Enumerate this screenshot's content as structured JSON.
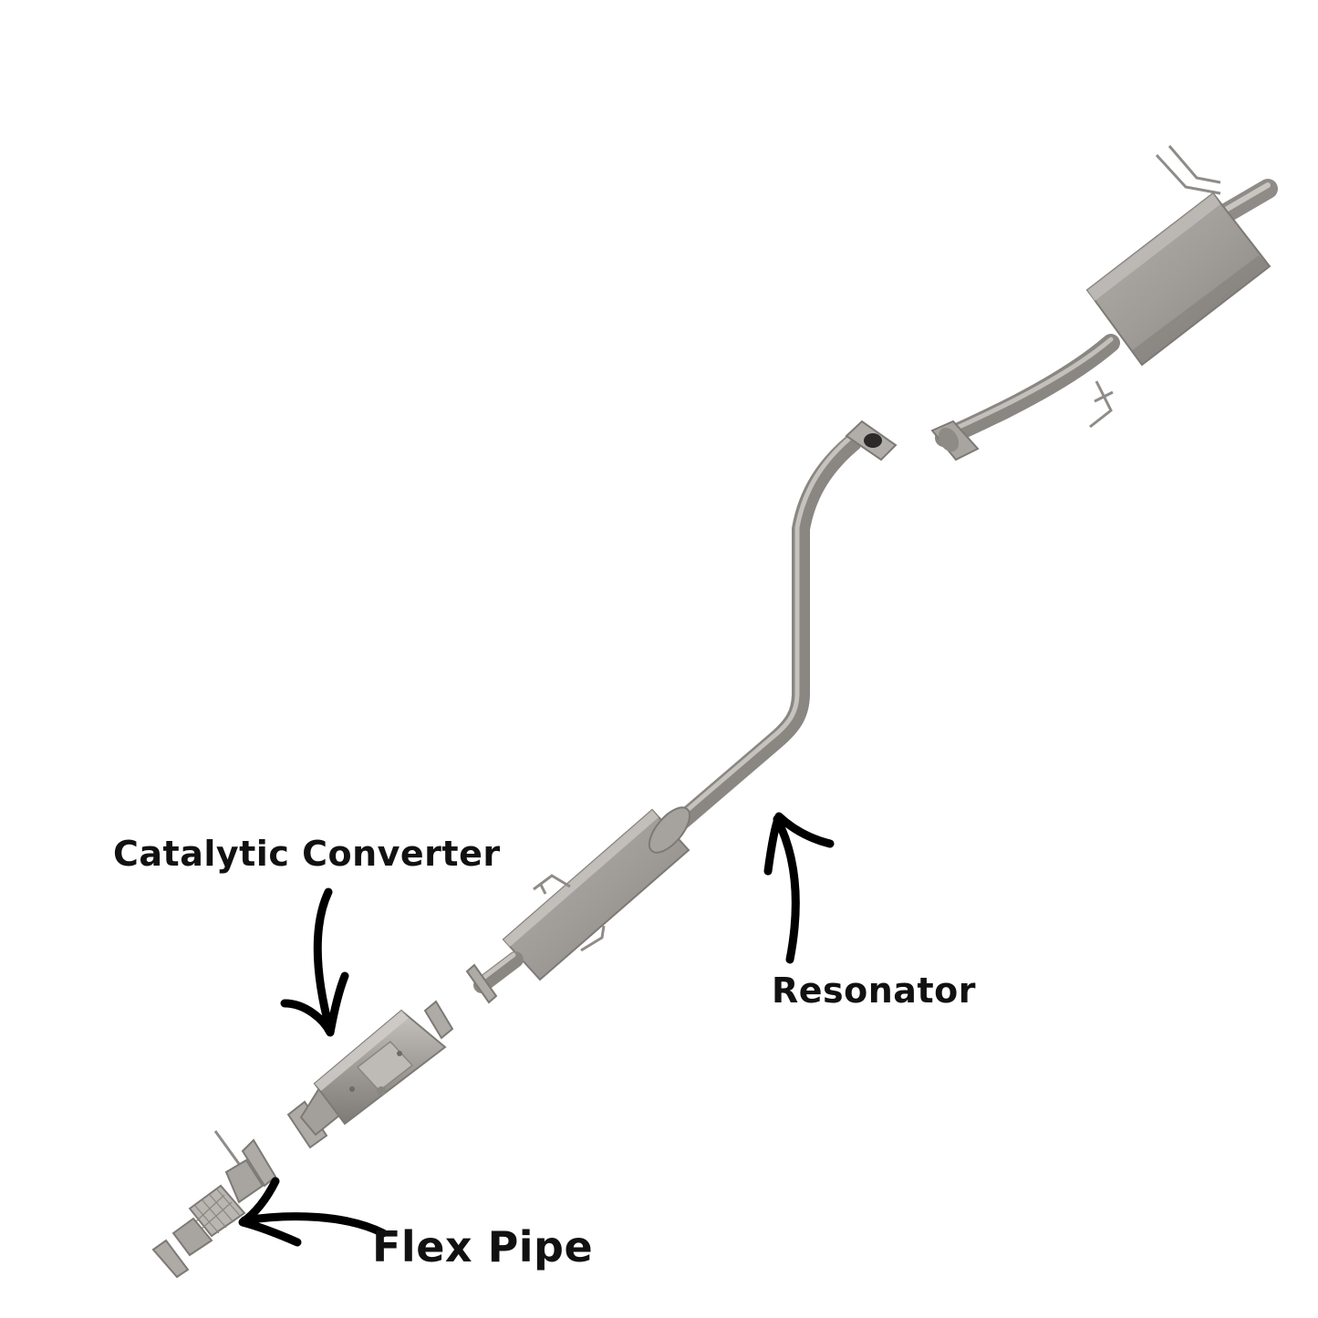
{
  "diagram": {
    "labels": {
      "catalytic_converter": "Catalytic Converter",
      "resonator": "Resonator",
      "flex_pipe": "Flex Pipe"
    },
    "colors": {
      "metal": "#9c9995",
      "metal_dark": "#7d7a76",
      "metal_light": "#c4c1bd",
      "text": "#111111",
      "arrow": "#000000",
      "background": "#ffffff"
    },
    "parts": [
      "flex-pipe",
      "catalytic-converter",
      "resonator-pipe",
      "rear-muffler"
    ]
  }
}
